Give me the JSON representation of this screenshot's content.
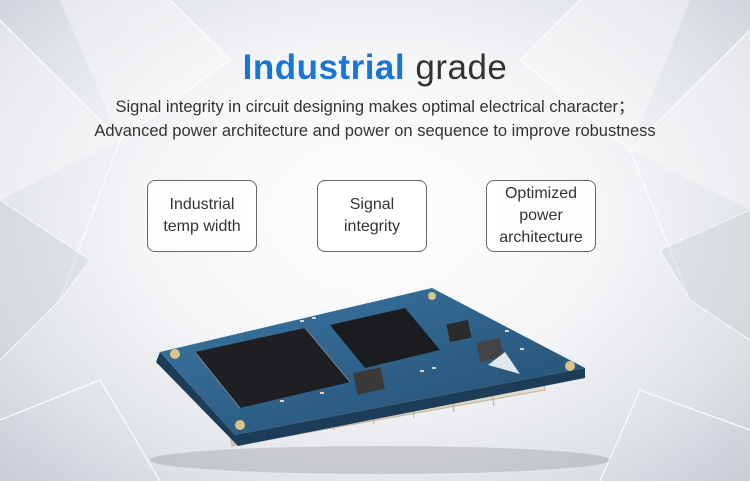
{
  "headline": {
    "accent": "Industrial",
    "rest": "grade"
  },
  "subtitle": {
    "line1": "Signal integrity in circuit designing makes optimal electrical character；",
    "line2": "Advanced power architecture and power on sequence to improve robustness"
  },
  "features": [
    {
      "label": "Industrial\ntemp width"
    },
    {
      "label": "Signal\nintegrity"
    },
    {
      "label": "Optimized\npower\narchitecture"
    }
  ],
  "colors": {
    "accent": "#1a76d6",
    "text": "#333333",
    "pcb": "#2d5f86"
  }
}
